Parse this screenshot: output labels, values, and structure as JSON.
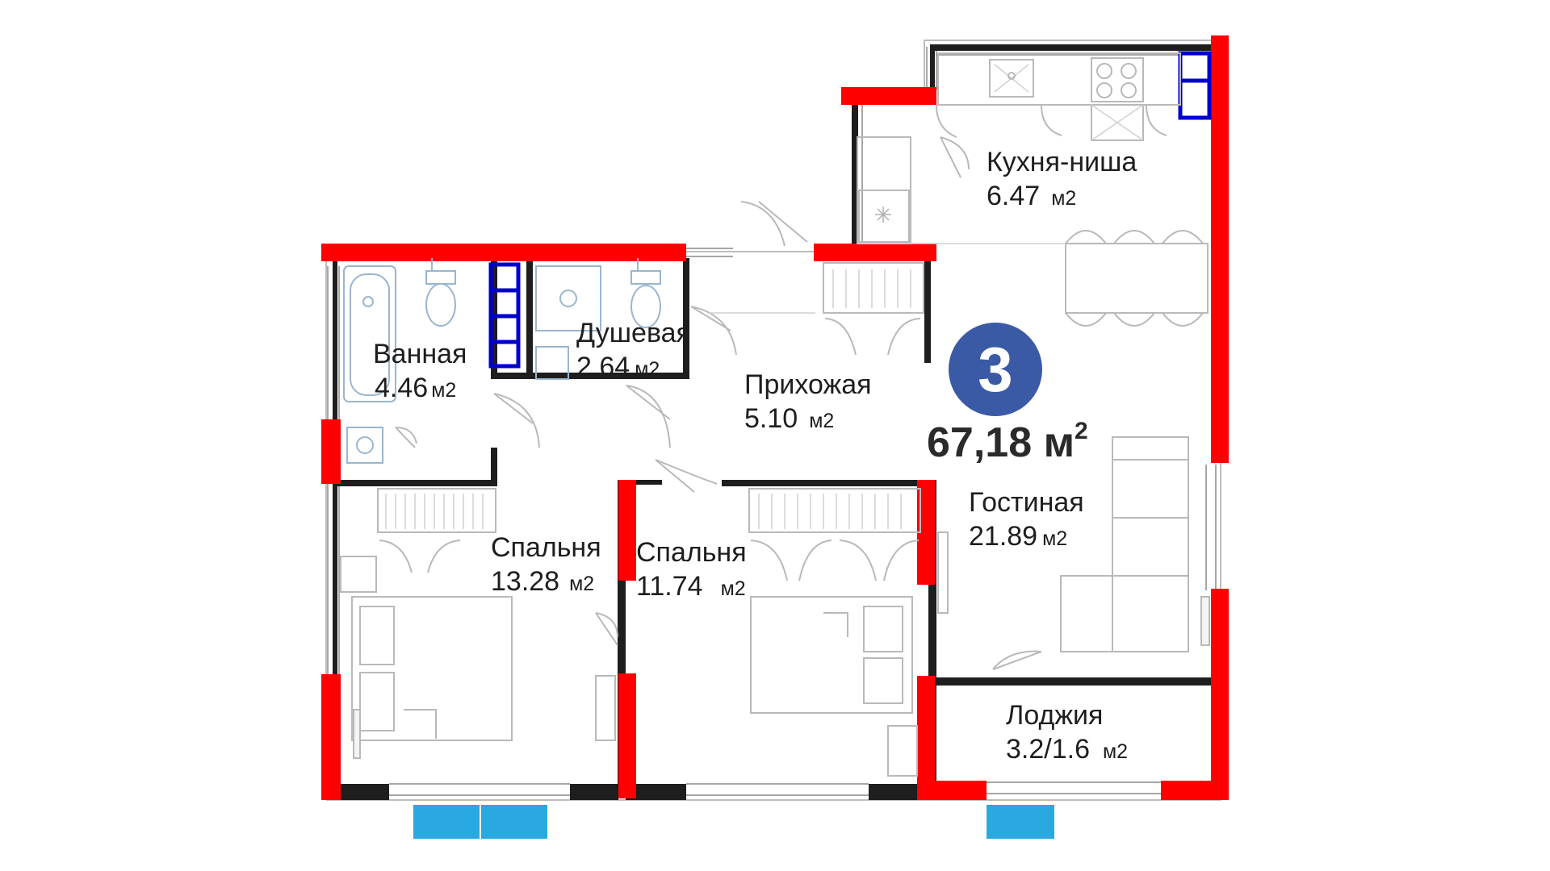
{
  "apartment": {
    "rooms_count": "3",
    "total_area": "67,18 м",
    "total_area_sup": "2"
  },
  "rooms": {
    "kitchen": {
      "name": "Кухня-ниша",
      "area": "6.47",
      "unit": "м2"
    },
    "bathroom": {
      "name": "Ванная",
      "area": "4.46",
      "unit": "м2"
    },
    "shower": {
      "name": "Душевая",
      "area": "2.64",
      "unit": "м2"
    },
    "hallway": {
      "name": "Прихожая",
      "area": "5.10",
      "unit": "м2"
    },
    "bedroom1": {
      "name": "Спальня",
      "area": "13.28",
      "unit": "м2"
    },
    "bedroom2": {
      "name": "Спальня",
      "area": "11.74",
      "unit": "м2"
    },
    "living": {
      "name": "Гостиная",
      "area": "21.89",
      "unit": "м2"
    },
    "loggia": {
      "name": "Лоджия",
      "area": "3.2/1.6",
      "unit": "м2"
    }
  },
  "colors": {
    "bearing_wall": "#ff0000",
    "partition": "#1e1e1e",
    "ventilation": "#0000cc",
    "window_marker": "#29a9e0",
    "badge": "#3b5aa6"
  },
  "icons": {
    "fridge": "snowflake-icon"
  }
}
